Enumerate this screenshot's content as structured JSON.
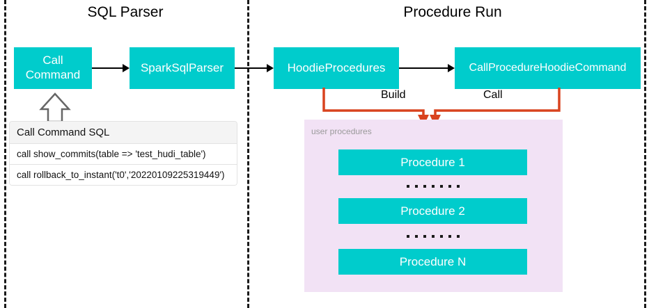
{
  "diagram": {
    "type": "flow-diagram",
    "sections": [
      {
        "id": "sql-parser",
        "title": "SQL Parser"
      },
      {
        "id": "procedure-run",
        "title": "Procedure Run"
      }
    ],
    "nodes": [
      {
        "id": "call-command",
        "label": "Call\nCommand",
        "line1": "Call",
        "line2": "Command",
        "color": "#00CCCC"
      },
      {
        "id": "spark-sql-parser",
        "label": "SparkSqlParser",
        "color": "#00CCCC"
      },
      {
        "id": "hoodie-procedures",
        "label": "HoodieProcedures",
        "color": "#00CCCC"
      },
      {
        "id": "call-procedure-hoodie-command",
        "label": "CallProcedureHoodieCommand",
        "color": "#00CCCC"
      }
    ],
    "edge_labels": {
      "build": "Build",
      "call": "Call"
    },
    "sql_table": {
      "header": "Call Command SQL",
      "rows": [
        "call show_commits(table => 'test_hudi_table')",
        "call rollback_to_instant('t0','20220109225319449')"
      ]
    },
    "user_procedures_panel": {
      "label": "user procedures",
      "background": "#F2E2F5",
      "procedures": [
        {
          "id": "procedure-1",
          "label": "Procedure 1"
        },
        {
          "id": "procedure-2",
          "label": "Procedure 2"
        },
        {
          "id": "procedure-n",
          "label": "Procedure N"
        }
      ],
      "ellipsis_dot_count": 7
    },
    "colors": {
      "box_fill": "#00CCCC",
      "box_text": "#ffffff",
      "panel_fill": "#F2E2F5",
      "connector_orange": "#D9431F",
      "arrow_black": "#000000",
      "divider_dash": "#1a1a1a",
      "panel_label_gray": "#9a9a9a"
    }
  }
}
